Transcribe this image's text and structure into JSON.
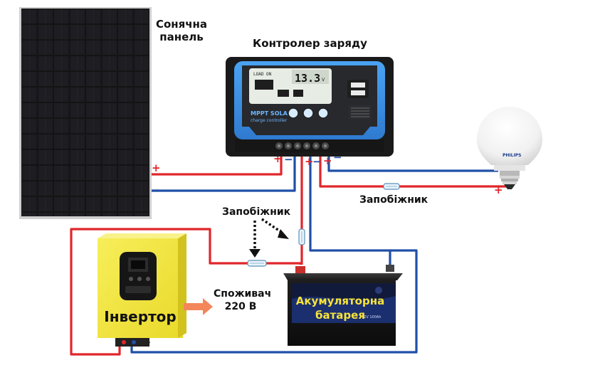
{
  "labels": {
    "solar_panel": [
      "Сонячна",
      "панель"
    ],
    "controller": "Контролер заряду",
    "fuse_right": "Запобіжник",
    "fuse_left": "Запобіжник",
    "consumer": [
      "Споживач",
      "220 В"
    ],
    "inverter": "Інвертор",
    "battery": [
      "Акумуляторна",
      "батарея"
    ]
  },
  "controller_device": {
    "display_reading": "13.3",
    "display_unit": "V",
    "display_status": "LOAD ON",
    "brand_line1": "MPPT SOLAR",
    "brand_line2": "charge controller"
  },
  "battery_device": {
    "spec_text": "12V 100Ah"
  },
  "bulb_device": {
    "brand": "PHILIPS"
  },
  "polarity": {
    "plus": "+",
    "minus": "−"
  },
  "colors": {
    "positive_wire": "#e0262b",
    "negative_wire": "#1f4fa8",
    "controller_blue": "#3a8fe0",
    "inverter_yellow": "#f2e43c",
    "battery_label": "#f7e33a",
    "arrow_orange": "#f3875a"
  },
  "icons": [
    "solar-panel-icon",
    "charge-controller-icon",
    "light-bulb-icon",
    "inverter-icon",
    "battery-icon",
    "fuse-icon",
    "arrow-icon"
  ]
}
